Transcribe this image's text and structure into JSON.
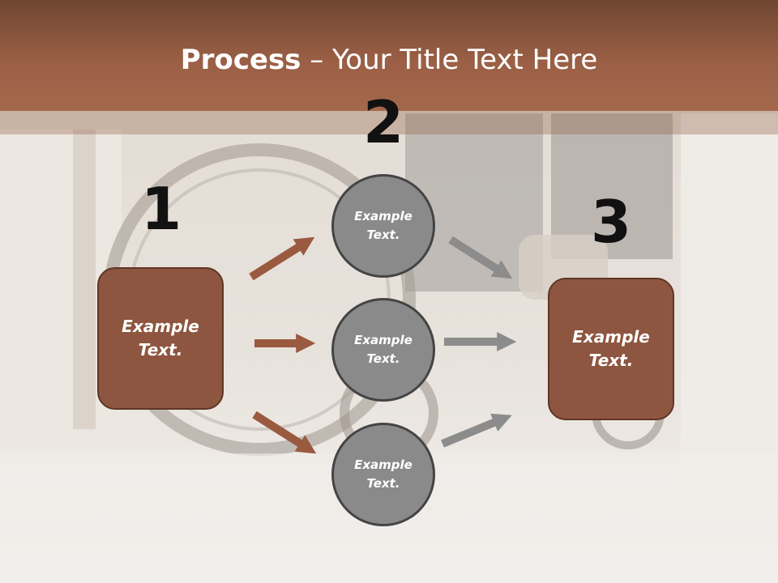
{
  "slide": {
    "title_bold": "Process",
    "title_rest": " – Your Title Text Here"
  },
  "steps": {
    "one": {
      "number": "1",
      "text": "Example Text."
    },
    "two": {
      "number": "2",
      "items": [
        "Example Text.",
        "Example Text.",
        "Example Text."
      ]
    },
    "three": {
      "number": "3",
      "text": "Example Text."
    }
  },
  "colors": {
    "banner": "#9a5f45",
    "box_fill": "#8e5640",
    "circle_fill": "#8a8a8a",
    "arrow_brown": "#9a5a40",
    "arrow_gray": "#8c8c8c"
  }
}
